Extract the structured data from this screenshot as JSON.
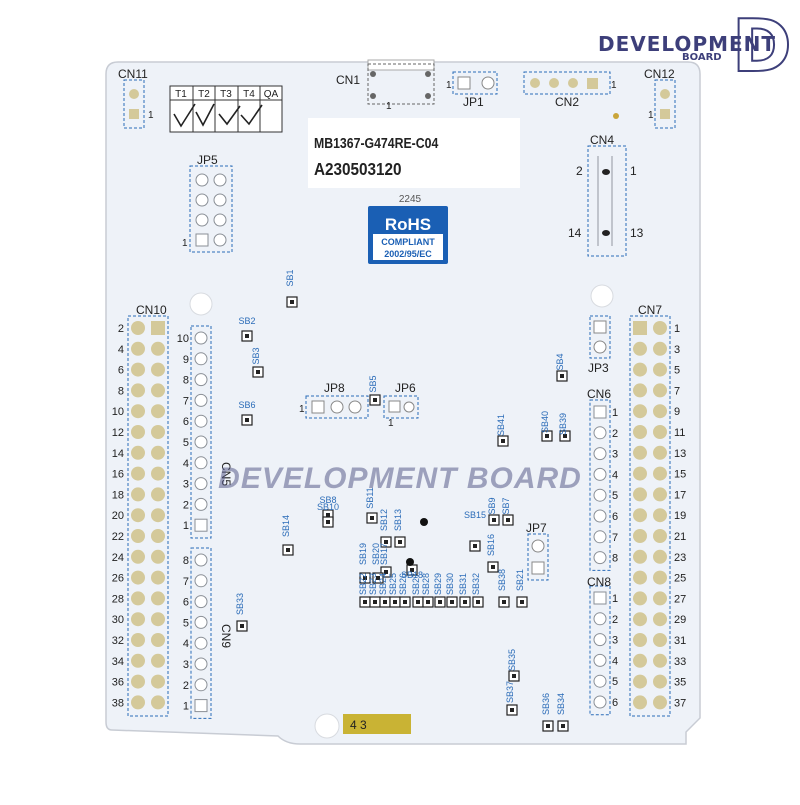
{
  "brand": {
    "main": "DEVELOPMENT",
    "sub": "BOARD",
    "letter": "D"
  },
  "watermark": "DEVELOPMENT BOARD",
  "board": {
    "part": "MB1367-G474RE-C04",
    "serial": "A230503120",
    "date_code": "2245",
    "tag": "4 3"
  },
  "rohs": {
    "title": "RoHS",
    "line1": "COMPLIANT",
    "line2": "2002/95/EC"
  },
  "qa_table": {
    "headers": [
      "T1",
      "T2",
      "T3",
      "T4",
      "QA"
    ]
  },
  "connectors": {
    "cn1": "CN1",
    "cn2": "CN2",
    "cn4": "CN4",
    "cn5": "CN5",
    "cn6": "CN6",
    "cn7": "CN7",
    "cn8": "CN8",
    "cn9": "CN9",
    "cn10": "CN10",
    "cn11": "CN11",
    "cn12": "CN12"
  },
  "jumpers": {
    "jp1": "JP1",
    "jp3": "JP3",
    "jp5": "JP5",
    "jp6": "JP6",
    "jp7": "JP7",
    "jp8": "JP8"
  },
  "cn4_pins": {
    "tl": "2",
    "tr": "1",
    "bl": "14",
    "br": "13"
  },
  "pin_one": "1",
  "cn10_pins": [
    "2",
    "4",
    "6",
    "8",
    "10",
    "12",
    "14",
    "16",
    "18",
    "20",
    "22",
    "24",
    "26",
    "28",
    "30",
    "32",
    "34",
    "36",
    "38"
  ],
  "cn7_pins": [
    "1",
    "3",
    "5",
    "7",
    "9",
    "11",
    "13",
    "15",
    "17",
    "19",
    "21",
    "23",
    "25",
    "27",
    "29",
    "31",
    "33",
    "35",
    "37"
  ],
  "cn5_pins": [
    "10",
    "9",
    "8",
    "7",
    "6",
    "5",
    "4",
    "3",
    "2",
    "1"
  ],
  "cn9_pins": [
    "8",
    "7",
    "6",
    "5",
    "4",
    "3",
    "2",
    "1"
  ],
  "cn6_pins": [
    "1",
    "2",
    "3",
    "4",
    "5",
    "6",
    "7",
    "8"
  ],
  "cn8_pins": [
    "1",
    "2",
    "3",
    "4",
    "5",
    "6"
  ],
  "solder_bridges": [
    {
      "id": "SB1",
      "rot": -90
    },
    {
      "id": "SB2",
      "rot": 0
    },
    {
      "id": "SB3",
      "rot": -90
    },
    {
      "id": "SB4",
      "rot": -90
    },
    {
      "id": "SB5",
      "rot": -90
    },
    {
      "id": "SB6",
      "rot": 0
    },
    {
      "id": "SB7",
      "rot": -90
    },
    {
      "id": "SB8",
      "rot": 0
    },
    {
      "id": "SB9",
      "rot": -90
    },
    {
      "id": "SB10",
      "rot": 0
    },
    {
      "id": "SB11",
      "rot": -90
    },
    {
      "id": "SB12",
      "rot": -90
    },
    {
      "id": "SB13",
      "rot": -90
    },
    {
      "id": "SB14",
      "rot": -90
    },
    {
      "id": "SB15",
      "rot": 0
    },
    {
      "id": "SB16",
      "rot": -90
    },
    {
      "id": "SB17",
      "rot": -90
    },
    {
      "id": "SB18",
      "rot": 0
    },
    {
      "id": "SB19",
      "rot": -90
    },
    {
      "id": "SB20",
      "rot": -90
    },
    {
      "id": "SB21",
      "rot": -90
    },
    {
      "id": "SB22",
      "rot": -90
    },
    {
      "id": "SB23",
      "rot": -90
    },
    {
      "id": "SB24",
      "rot": -90
    },
    {
      "id": "SB25",
      "rot": -90
    },
    {
      "id": "SB26",
      "rot": -90
    },
    {
      "id": "SB27",
      "rot": -90
    },
    {
      "id": "SB28",
      "rot": -90
    },
    {
      "id": "SB29",
      "rot": -90
    },
    {
      "id": "SB30",
      "rot": -90
    },
    {
      "id": "SB31",
      "rot": -90
    },
    {
      "id": "SB32",
      "rot": -90
    },
    {
      "id": "SB33",
      "rot": -90
    },
    {
      "id": "SB34",
      "rot": -90
    },
    {
      "id": "SB35",
      "rot": -90
    },
    {
      "id": "SB36",
      "rot": -90
    },
    {
      "id": "SB37",
      "rot": -90
    },
    {
      "id": "SB38",
      "rot": -90
    },
    {
      "id": "SB39",
      "rot": -90
    },
    {
      "id": "SB40",
      "rot": -90
    },
    {
      "id": "SB41",
      "rot": -90
    }
  ],
  "colors": {
    "pcb": "#eef2f8",
    "silk_blue": "#2b6cb8",
    "pad_gold": "#d4c99a",
    "pin_outline": "#8a8f96",
    "brand": "#3d3f7a",
    "tag_yellow": "#c9b334"
  }
}
